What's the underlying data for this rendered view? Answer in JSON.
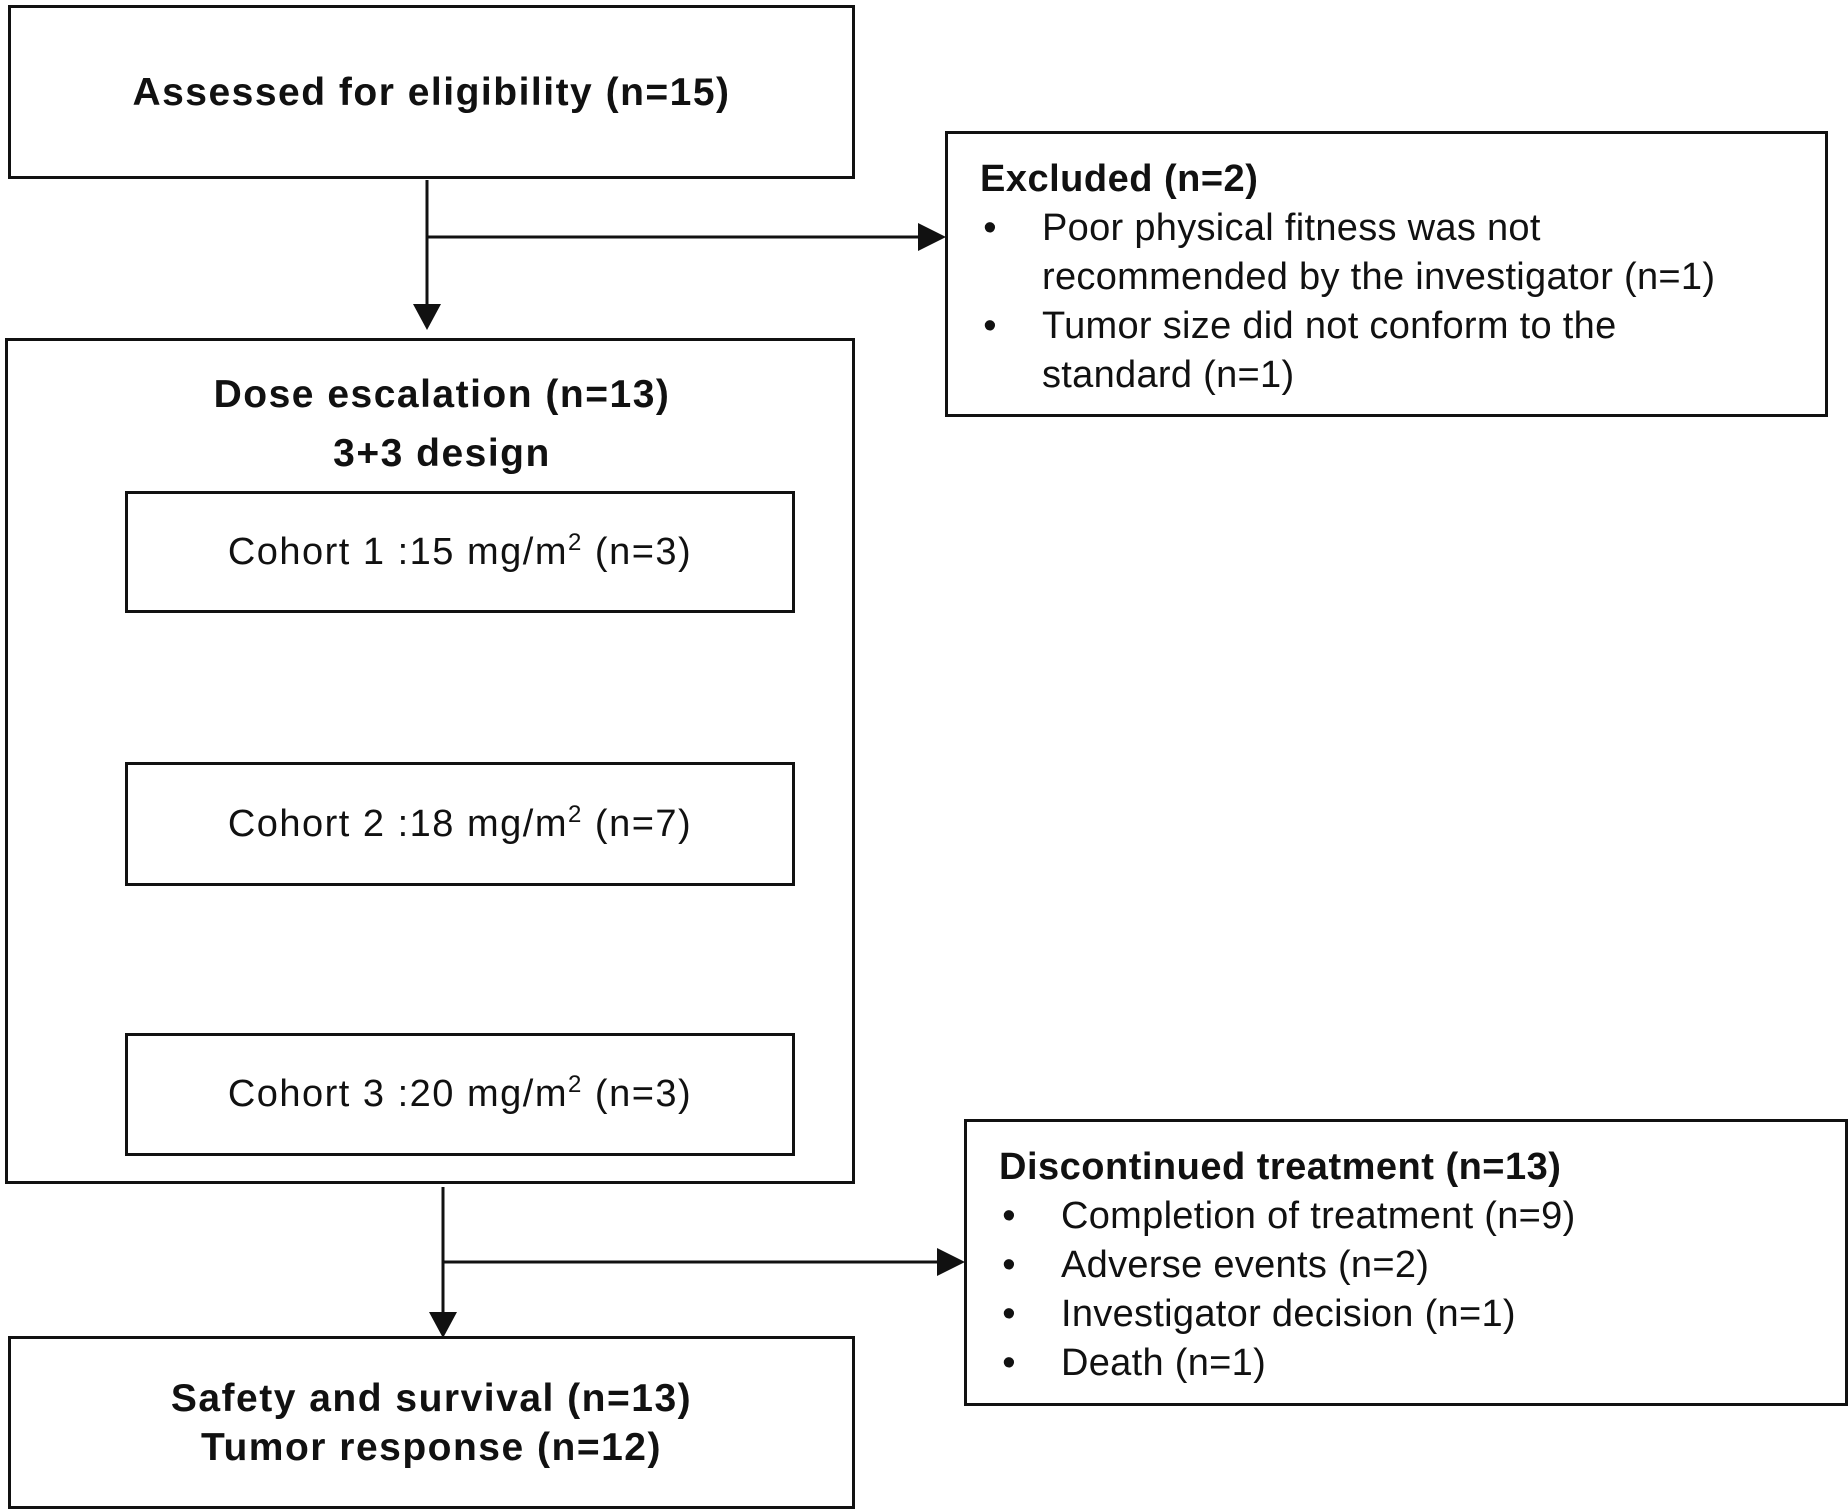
{
  "assessed": {
    "label": "Assessed for eligibility (n=15)"
  },
  "excluded": {
    "title": "Excluded (n=2)",
    "bullet": "•",
    "items": [
      {
        "line1": "Poor physical fitness was not",
        "line2": "recommended by the investigator (n=1)"
      },
      {
        "line1": "Tumor size did not conform to the",
        "line2": "standard (n=1)"
      }
    ]
  },
  "dose_escalation": {
    "title": "Dose escalation (n=13)",
    "subtitle": "3+3 design",
    "cohorts": [
      {
        "prefix": "Cohort 1 :15 mg/m",
        "superscript": "2",
        "suffix": " (n=3)"
      },
      {
        "prefix": "Cohort 2 :18 mg/m",
        "superscript": "2",
        "suffix": " (n=7)"
      },
      {
        "prefix": "Cohort 3 :20 mg/m",
        "superscript": "2",
        "suffix": " (n=3)"
      }
    ]
  },
  "discontinued": {
    "title": "Discontinued treatment (n=13)",
    "bullet": "•",
    "items": [
      "Completion of treatment (n=9)",
      "Adverse events (n=2)",
      "Investigator decision (n=1)",
      "Death (n=1)"
    ]
  },
  "outcome": {
    "line1": "Safety and survival (n=13)",
    "line2": "Tumor response (n=12)"
  }
}
